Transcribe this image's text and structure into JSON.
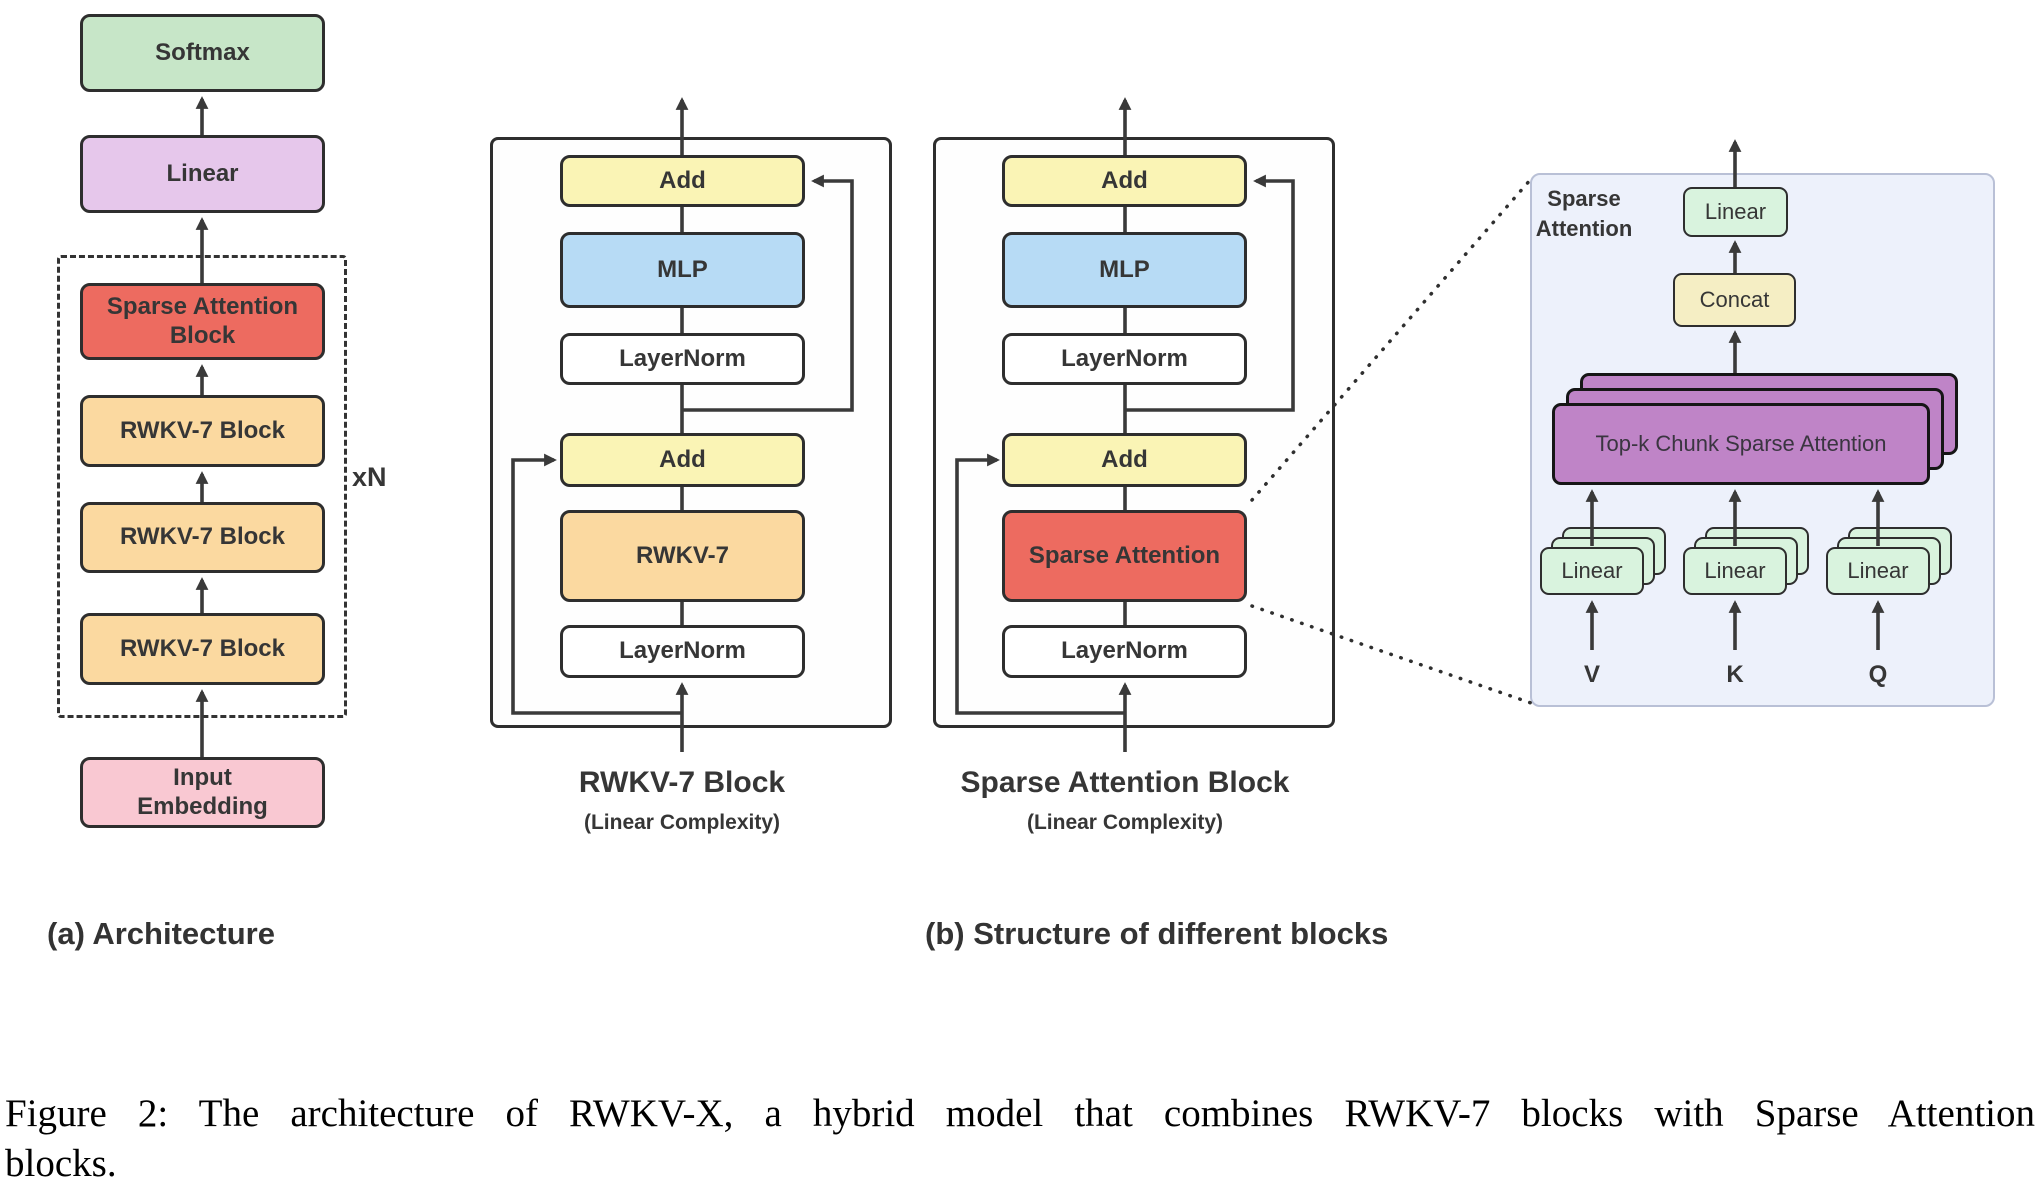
{
  "figure": {
    "caption_line1": "Figure 2: The architecture of RWKV-X, a hybrid model that combines RWKV-7 blocks with Sparse Attention",
    "caption_line2": "blocks."
  },
  "panel_a": {
    "caption": "(a) Architecture",
    "softmax_label": "Softmax",
    "linear_label": "Linear",
    "sparse_block_label": "Sparse Attention\nBlock",
    "rwkv_block_labels": [
      "RWKV-7 Block",
      "RWKV-7 Block",
      "RWKV-7 Block"
    ],
    "input_embedding_label": "Input\nEmbedding",
    "repeat_label": "xN"
  },
  "panel_b": {
    "caption": "(b) Structure of different blocks",
    "rwkv7_block": {
      "add_top": "Add",
      "mlp": "MLP",
      "layernorm_top": "LayerNorm",
      "add_bottom": "Add",
      "core": "RWKV-7",
      "layernorm_bottom": "LayerNorm",
      "title": "RWKV-7 Block",
      "subtitle": "(Linear Complexity)"
    },
    "sparse_attention_block": {
      "add_top": "Add",
      "mlp": "MLP",
      "layernorm_top": "LayerNorm",
      "add_bottom": "Add",
      "core": "Sparse Attention",
      "layernorm_bottom": "LayerNorm",
      "title": "Sparse Attention Block",
      "subtitle": "(Linear Complexity)"
    },
    "sparse_attention_detail": {
      "panel_label": "Sparse\nAttention",
      "output_linear": "Linear",
      "concat": "Concat",
      "topk_attention": "Top-k Chunk Sparse Attention",
      "projections": [
        {
          "label": "Linear",
          "input": "V"
        },
        {
          "label": "Linear",
          "input": "K"
        },
        {
          "label": "Linear",
          "input": "Q"
        }
      ]
    }
  },
  "colors": {
    "softmax_green": "#c7e6c8",
    "linear_purple": "#e6c7eb",
    "sparse_red": "#ed6b60",
    "rwkv_orange": "#fbd9a0",
    "embedding_pink": "#f9c8d2",
    "add_yellow": "#faf4b5",
    "mlp_blue": "#b7dbf5",
    "layernorm_white": "#ffffff",
    "detail_linear_mint": "#d9f3de",
    "concat_cream": "#f5eec4",
    "topk_purple": "#bf84c7",
    "detail_panel_bg": "#edf1fb",
    "line_dark": "#3a3a3a"
  }
}
